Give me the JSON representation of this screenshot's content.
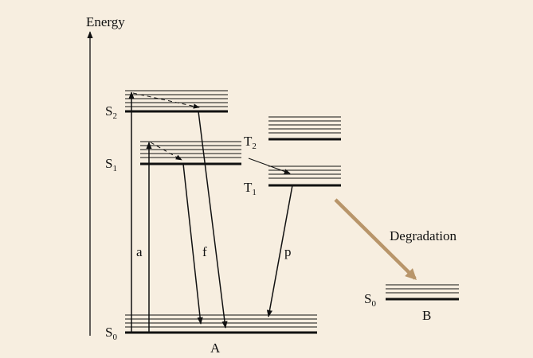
{
  "axis": {
    "label": "Energy"
  },
  "states": {
    "S2": {
      "base": "S",
      "sub": "2"
    },
    "S1": {
      "base": "S",
      "sub": "1"
    },
    "S0": {
      "base": "S",
      "sub": "0"
    },
    "T2": {
      "base": "T",
      "sub": "2"
    },
    "T1": {
      "base": "T",
      "sub": "1"
    },
    "S0B": {
      "base": "S",
      "sub": "0"
    }
  },
  "transitions": {
    "a": "a",
    "f": "f",
    "p": "p",
    "degradation": "Degradation"
  },
  "molecules": {
    "A": "A",
    "B": "B"
  },
  "colors": {
    "background": "#f7eee0",
    "line": "#111111",
    "degradation_arrow": "#b8956a"
  }
}
